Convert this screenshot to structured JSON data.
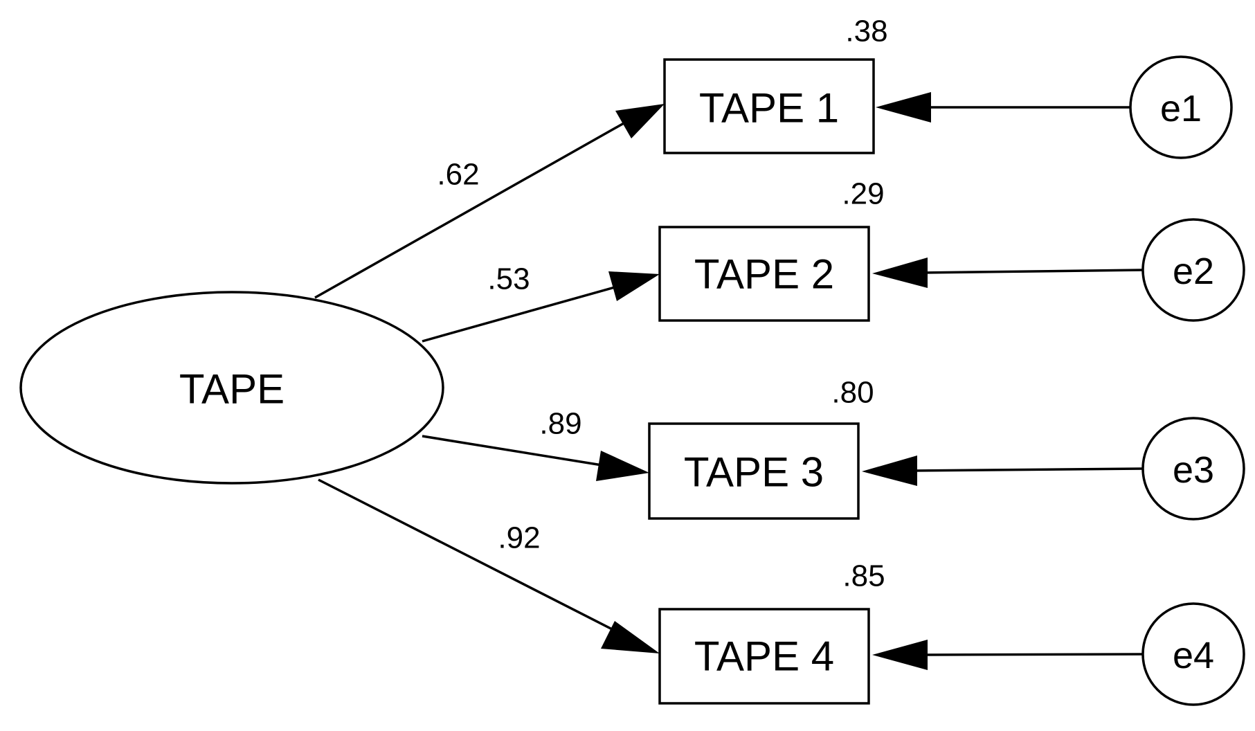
{
  "latent": {
    "label": "TAPE"
  },
  "indicators": [
    {
      "label": "TAPE 1",
      "loading": ".62",
      "r2": ".38",
      "error": "e1"
    },
    {
      "label": "TAPE 2",
      "loading": ".53",
      "r2": ".29",
      "error": "e2"
    },
    {
      "label": "TAPE 3",
      "loading": ".89",
      "r2": ".80",
      "error": "e3"
    },
    {
      "label": "TAPE 4",
      "loading": ".92",
      "r2": ".85",
      "error": "e4"
    }
  ]
}
